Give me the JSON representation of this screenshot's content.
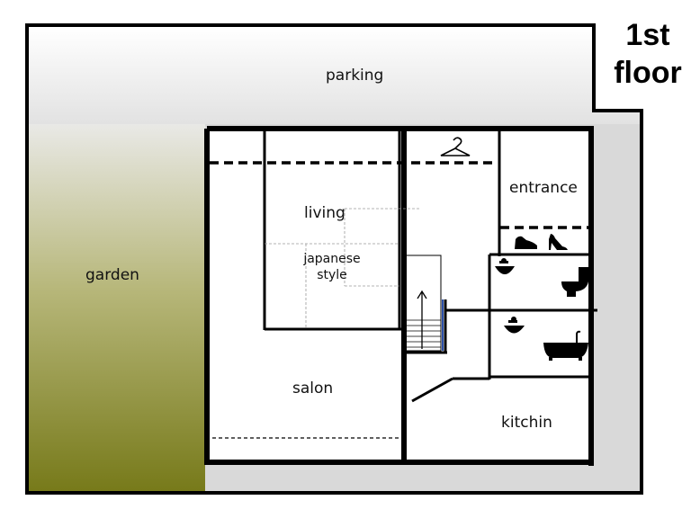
{
  "title": {
    "line1": "1st",
    "line2": "floor"
  },
  "areas": {
    "parking": "parking",
    "garden": "garden",
    "living": "living",
    "japanese_style_line1": "japanese",
    "japanese_style_line2": "style",
    "salon": "salon",
    "entrance": "entrance",
    "kitchin": "kitchin"
  },
  "icons": [
    "hanger-icon",
    "shoes-icon",
    "heels-icon",
    "sink-icon",
    "toilet-icon",
    "bathtub-icon",
    "stairs-up-arrow-icon"
  ],
  "colors": {
    "wall": "#000000",
    "garden_top": "#e6e6e6",
    "garden_bottom": "#7a7a1e",
    "parking_top": "#ffffff",
    "parking_bottom": "#e2e2e2",
    "surround": "#d9d9d9"
  }
}
